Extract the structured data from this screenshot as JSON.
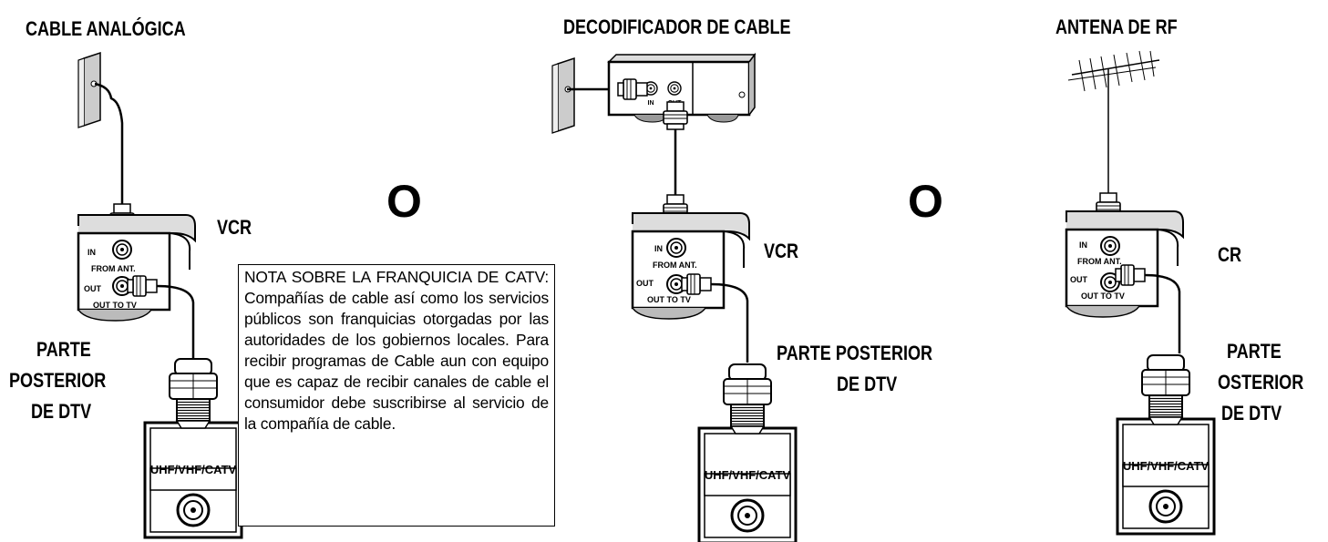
{
  "panels": [
    {
      "source_label": "CABLE ANALÓGICA",
      "vcr_label": "VCR",
      "tv_back_label_lines": [
        "PARTE",
        "POSTERIOR",
        "DE DTV"
      ]
    },
    {
      "source_label": "DECODIFICADOR DE CABLE",
      "decoder_in": "IN",
      "decoder_out": "OUT",
      "vcr_label": "VCR",
      "tv_back_label_lines": [
        "PARTE POSTERIOR",
        "DE DTV"
      ]
    },
    {
      "source_label": "ANTENA DE RF",
      "vcr_label": "CR",
      "tv_back_label_lines": [
        "PARTE",
        "OSTERIOR",
        "DE DTV"
      ]
    }
  ],
  "separators": [
    "O",
    "O"
  ],
  "vcr_jacks": {
    "in": "IN",
    "from_ant": "FROM ANT.",
    "out": "OUT",
    "out_to_tv": "OUT TO TV"
  },
  "tv_jack_label": "UHF/VHF/CATV",
  "note": {
    "text": "NOTA SOBRE LA FRANQUICIA DE CATV: Compañías de cable así como los servicios públicos son franquicias otorgadas por las autoridades de los gobiernos locales. Para recibir programas de Cable aun con equipo que es capaz de recibir canales de cable el consumidor debe suscribirse al servicio de la compañía de cable."
  }
}
